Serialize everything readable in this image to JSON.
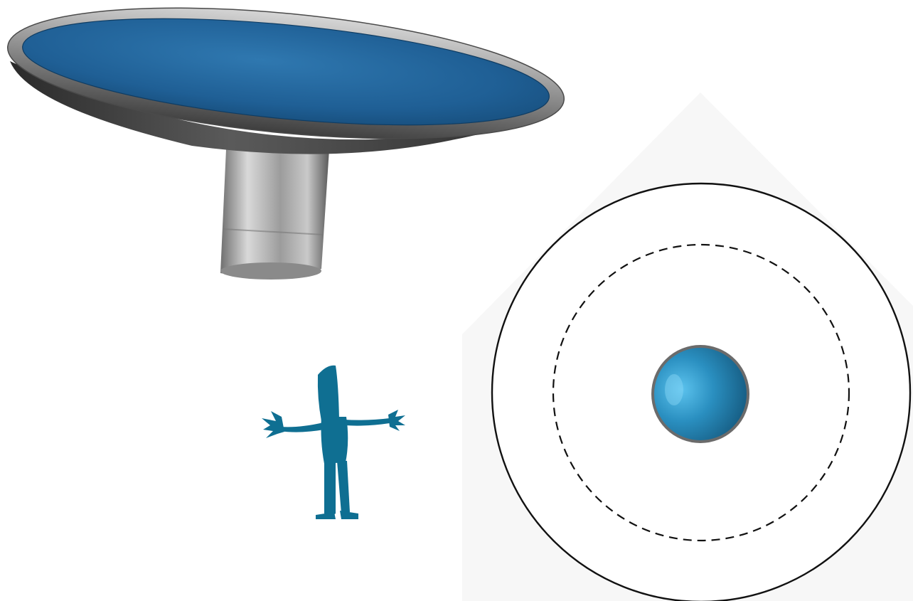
{
  "colors": {
    "background": "#ffffff",
    "dish_surface": "#1f5f95",
    "dish_surface_light": "#2f78b0",
    "rim_metal": "#9a9a9a",
    "stem_metal": "#b8b8b8",
    "figure": "#0f6f92",
    "ball": "#2a8fc0",
    "circle_stroke": "#111111",
    "backdrop_tint": "#f7f7f7"
  },
  "elements": {
    "dish": "dish-on-stem",
    "figure": "human-scale-figure",
    "plan_view": "plan-view-circles",
    "ball": "blue-sphere"
  }
}
